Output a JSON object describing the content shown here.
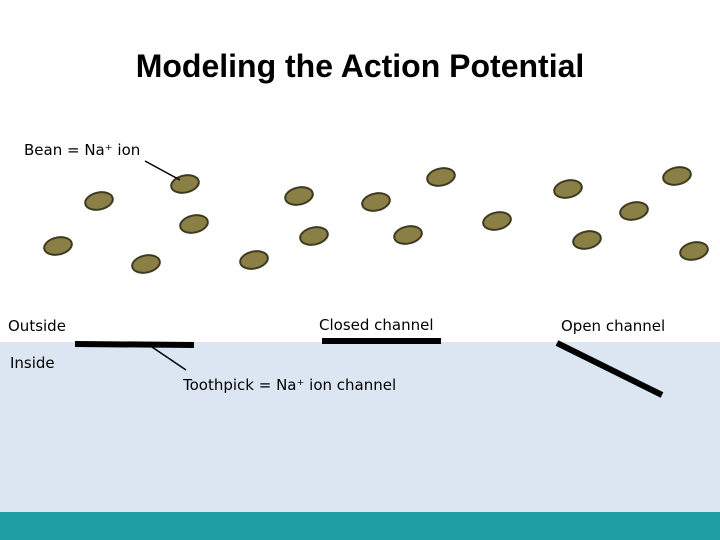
{
  "title": "Modeling the Action Potential",
  "labels": {
    "bean_key": "Bean = Na⁺ ion",
    "outside": "Outside",
    "inside": "Inside",
    "closed_channel": "Closed channel",
    "open_channel": "Open channel",
    "toothpick_key": "Toothpick = Na⁺ ion channel"
  },
  "colors": {
    "bean_fill": "#8a7f45",
    "bean_stroke": "#3e3a22",
    "inside_bg": "#dce6f2",
    "footer": "#1f9fa4",
    "channel": "#000000"
  }
}
